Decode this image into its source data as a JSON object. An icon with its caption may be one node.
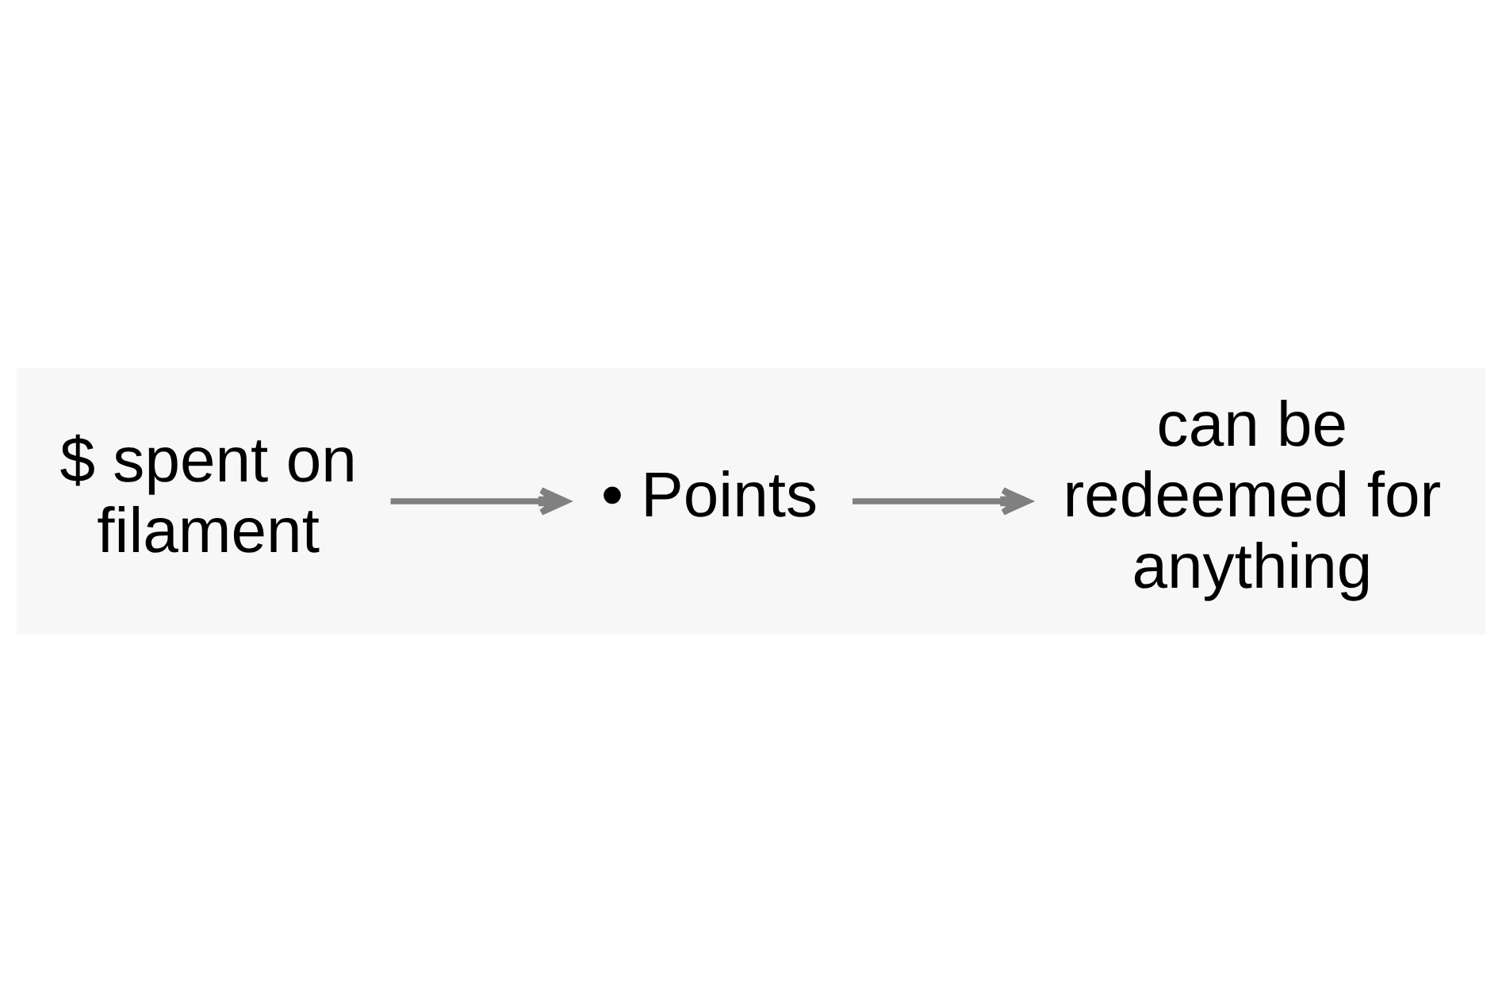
{
  "diagram": {
    "nodes": [
      {
        "text": [
          "$ spent on filament"
        ]
      },
      {
        "text": [
          "• Points"
        ]
      },
      {
        "text": [
          "can be redeemed for anything"
        ]
      }
    ],
    "edges": [
      {
        "from": 0,
        "to": 1,
        "arrow": "to"
      },
      {
        "from": 1,
        "to": 2,
        "arrow": "to"
      }
    ]
  }
}
